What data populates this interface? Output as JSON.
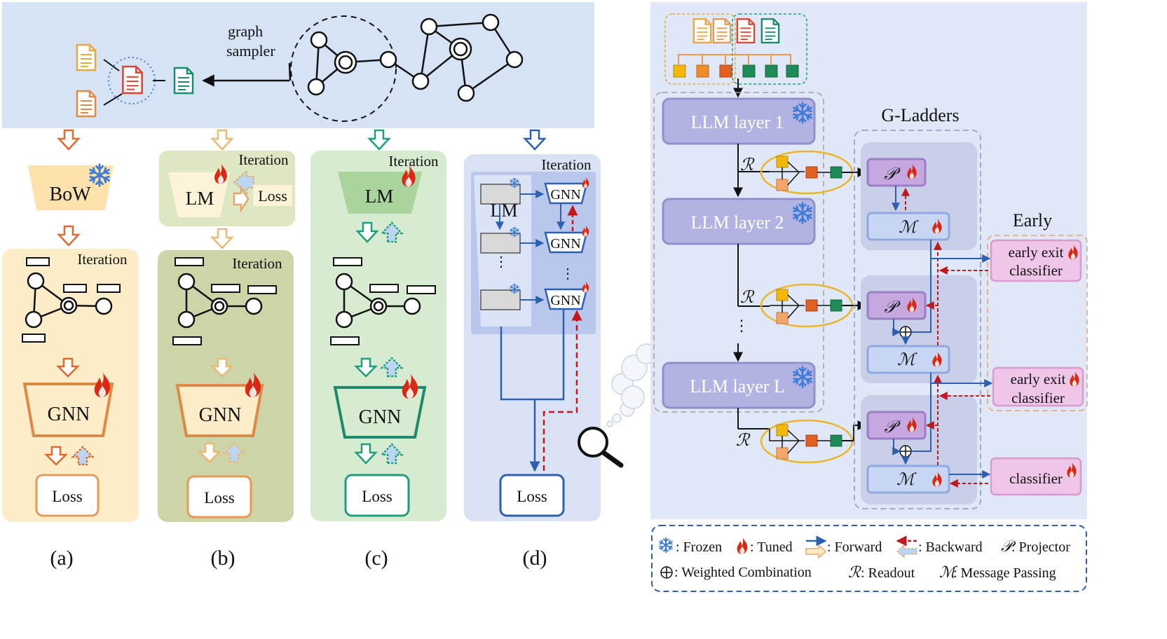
{
  "colors": {
    "top_band": "#d5e3f5",
    "panel_a": "#fdecc8",
    "panel_b": "#dde7c1",
    "panel_b_inner": "#ccd5a8",
    "panel_c": "#d6ebd0",
    "panel_d": "#d9e2f5",
    "right_bg": "#e0e7f6",
    "llm_layer": "#b3b3e3",
    "orange_arrow": "#de6a2e",
    "green": "#1e9e7d",
    "blue": "#2d5fb2",
    "red_dash": "#c0181f",
    "fire": "#d92814",
    "snow": "#3b7dd8",
    "early_exit": "#efc6e8",
    "projector": "#c7a7e0",
    "mp_box": "#c7d6f2"
  },
  "icons": [
    "document-icon",
    "snowflake-icon",
    "fire-icon",
    "magnifier-icon",
    "thought-cloud-icon"
  ],
  "top": {
    "sampler_label_1": "graph",
    "sampler_label_2": "sampler"
  },
  "panels": {
    "a": {
      "bow": "BoW",
      "iteration": "Iteration",
      "gnn": "GNN",
      "loss": "Loss",
      "caption": "(a)"
    },
    "b": {
      "iteration_top": "Iteration",
      "lm": "LM",
      "loss_side": "Loss",
      "iteration": "Iteration",
      "gnn": "GNN",
      "loss": "Loss",
      "caption": "(b)"
    },
    "c": {
      "iteration": "Iteration",
      "lm": "LM",
      "gnn": "GNN",
      "loss": "Loss",
      "caption": "(c)"
    },
    "d": {
      "iteration": "Iteration",
      "lm": "LM",
      "gnn1": "GNN",
      "gnn2": "GNN",
      "gnn3": "GNN",
      "loss": "Loss",
      "caption": "(d)"
    }
  },
  "right": {
    "llm_layer_1": "LLM layer 1",
    "llm_layer_2": "LLM layer 2",
    "llm_layer_l": "LLM layer L",
    "g_ladders": "G-Ladders",
    "early": "Early",
    "readout_symbol": "ℛ",
    "projector_symbol": "𝒫",
    "mp_symbol": "ℳ",
    "early_exit_1_line1": "early exit",
    "early_exit_1_line2": "classifier",
    "early_exit_2_line1": "early exit",
    "early_exit_2_line2": "classifier",
    "classifier": "classifier"
  },
  "legend": {
    "frozen": ": Frozen",
    "tuned": ": Tuned",
    "forward": ": Forward",
    "backward": ": Backward",
    "projector": ": Projector",
    "weighted": ": Weighted Combination",
    "readout": ": Readout",
    "mp": ": Message Passing"
  }
}
